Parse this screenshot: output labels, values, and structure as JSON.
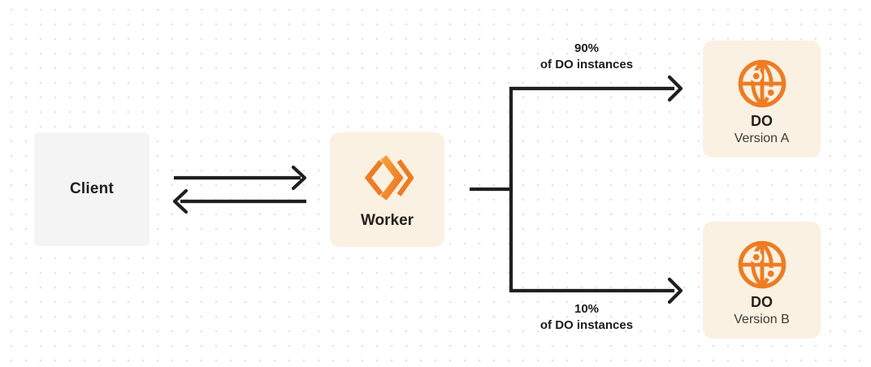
{
  "nodes": {
    "client": {
      "label": "Client"
    },
    "worker": {
      "label": "Worker"
    },
    "do_version_a": {
      "title": "DO",
      "subtitle": "Version A"
    },
    "do_version_b": {
      "title": "DO",
      "subtitle": "Version B"
    }
  },
  "edges": {
    "top_branch": {
      "percent": "90%",
      "caption": "of DO instances"
    },
    "bottom_branch": {
      "percent": "10%",
      "caption": "of DO instances"
    }
  },
  "icons": {
    "worker_icon": "workers-double-chevron-icon",
    "do_icon": "globe-nodes-icon"
  },
  "colors": {
    "accent_orange": "#ED7C23",
    "node_cream_bg": "#FAF1E2",
    "client_node_bg": "#F4F4F5",
    "connector_line": "#1F1F1F",
    "grid_dot": "#E3E3E3",
    "text_primary": "#1F1E1C",
    "text_secondary": "#3F3A35"
  }
}
